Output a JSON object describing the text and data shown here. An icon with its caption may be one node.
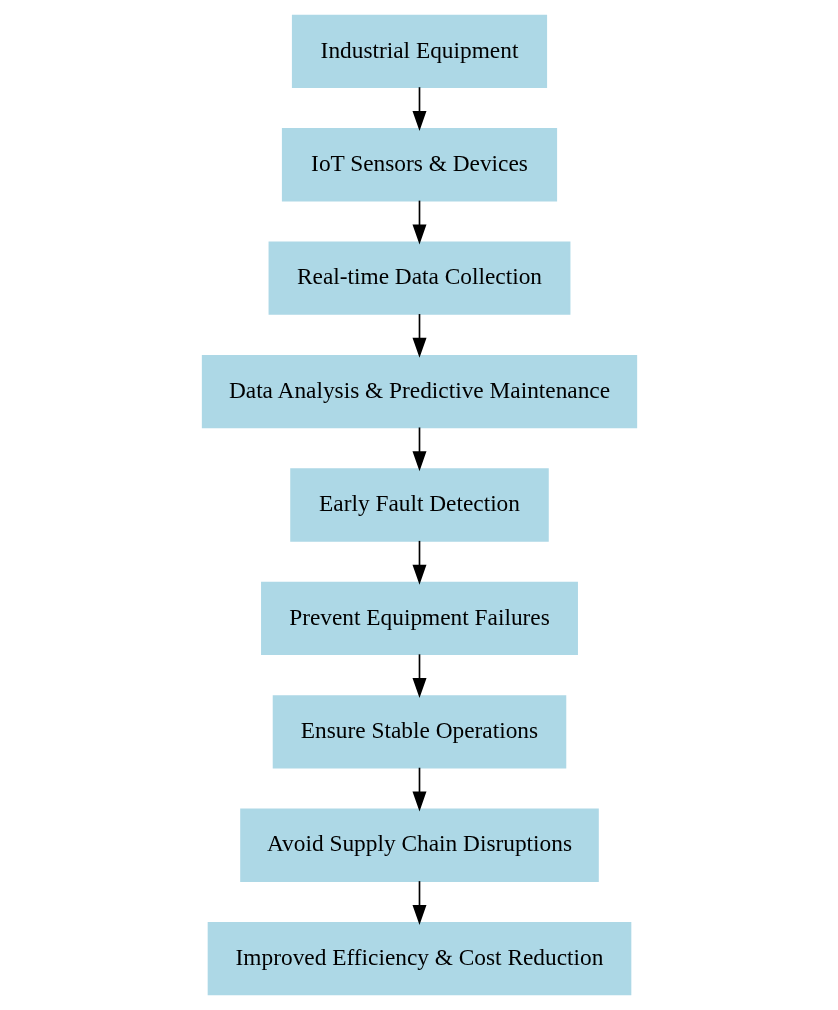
{
  "diagram": {
    "nodes": [
      {
        "text": [
          "Industrial Equipment"
        ]
      },
      {
        "text": [
          "IoT Sensors & Devices"
        ]
      },
      {
        "text": [
          "Real-time Data Collection"
        ]
      },
      {
        "text": [
          "Data Analysis & Predictive Maintenance"
        ]
      },
      {
        "text": [
          "Early Fault Detection"
        ]
      },
      {
        "text": [
          "Prevent Equipment Failures"
        ]
      },
      {
        "text": [
          "Ensure Stable Operations"
        ]
      },
      {
        "text": [
          "Avoid Supply Chain Disruptions"
        ]
      },
      {
        "text": [
          "Improved Efficiency & Cost Reduction"
        ]
      }
    ],
    "edges": [
      {
        "from": 0,
        "to": 1,
        "arrow": "to"
      },
      {
        "from": 1,
        "to": 2,
        "arrow": "to"
      },
      {
        "from": 2,
        "to": 3,
        "arrow": "to"
      },
      {
        "from": 3,
        "to": 4,
        "arrow": "to"
      },
      {
        "from": 4,
        "to": 5,
        "arrow": "to"
      },
      {
        "from": 5,
        "to": 6,
        "arrow": "to"
      },
      {
        "from": 6,
        "to": 7,
        "arrow": "to"
      },
      {
        "from": 7,
        "to": 8,
        "arrow": "to"
      }
    ]
  }
}
